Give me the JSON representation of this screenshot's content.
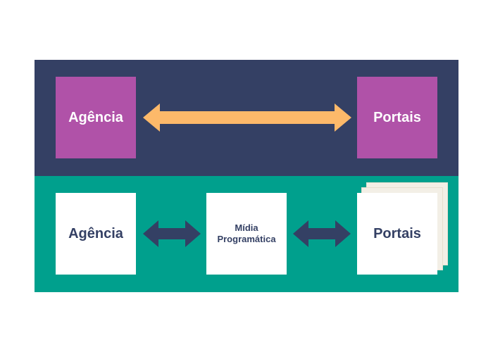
{
  "top_row": {
    "left_label": "Agência",
    "right_label": "Portais"
  },
  "bottom_row": {
    "left_label": "Agência",
    "middle_label_line1": "Mídia",
    "middle_label_line2": "Programática",
    "right_label": "Portais"
  },
  "colors": {
    "top_band": "#344064",
    "bottom_band": "#00a08d",
    "purple_box": "#b052a8",
    "orange_arrow": "#fdb96a",
    "navy_arrow": "#344064",
    "stack_sheet": "#f3efe6"
  }
}
